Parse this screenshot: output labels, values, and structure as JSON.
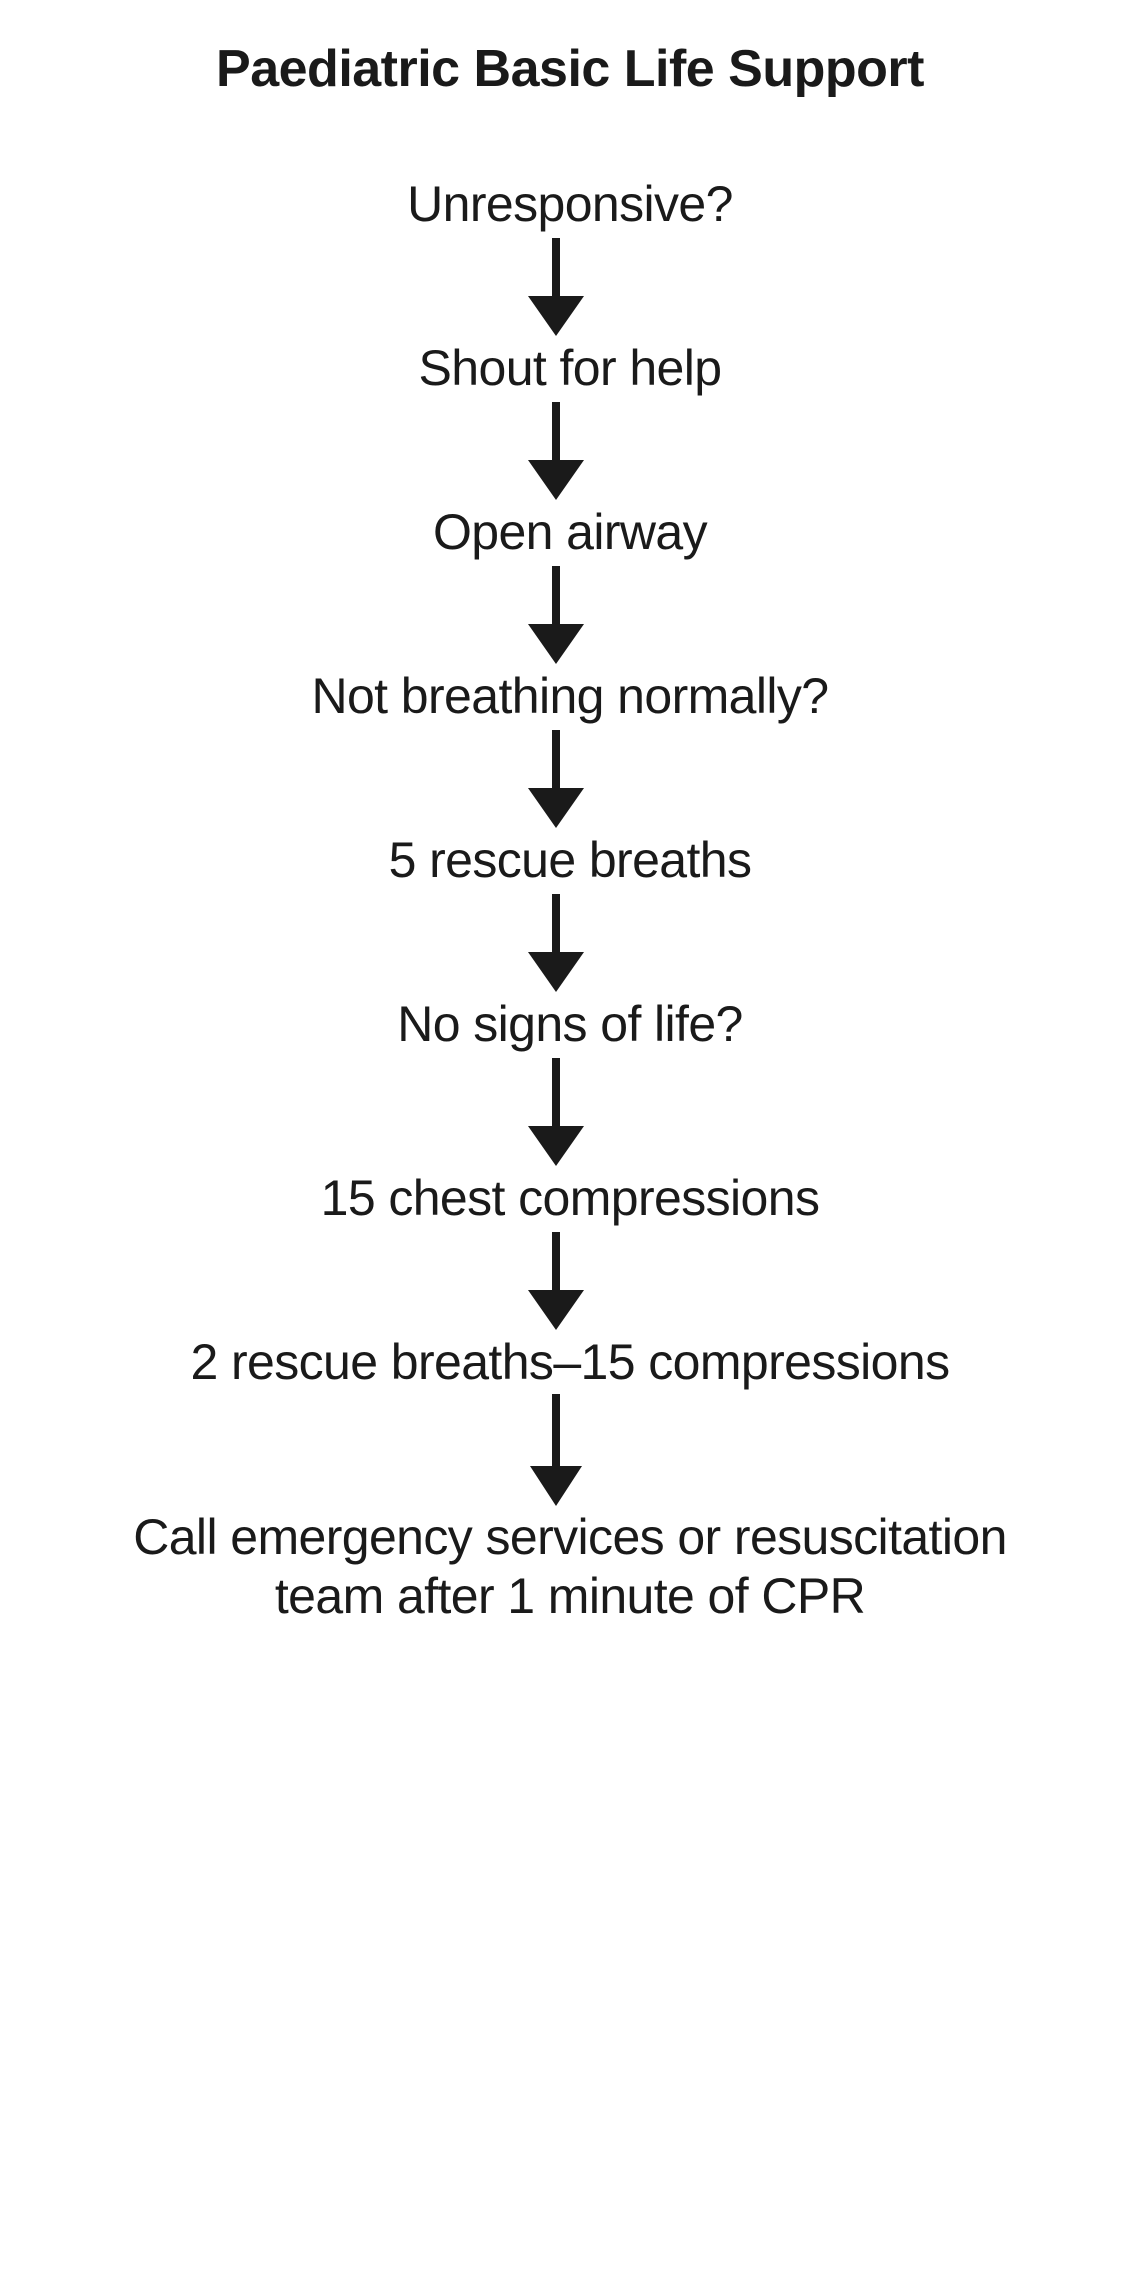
{
  "title": "Paediatric Basic Life Support",
  "diagram": {
    "type": "flowchart",
    "orientation": "vertical",
    "node_count": 9,
    "connector_count": 8,
    "connector_icon": "down-arrow-icon",
    "colors": {
      "text": "#1a1a1a",
      "arrow": "#1a1a1a",
      "background": "#ffffff"
    },
    "steps": [
      {
        "id": "unresponsive",
        "label": "Unresponsive?"
      },
      {
        "id": "shout-for-help",
        "label": "Shout for help"
      },
      {
        "id": "open-airway",
        "label": "Open airway"
      },
      {
        "id": "not-breathing",
        "label": "Not breathing normally?"
      },
      {
        "id": "rescue-breaths",
        "label": "5 rescue breaths"
      },
      {
        "id": "no-signs-of-life",
        "label": "No signs of life?"
      },
      {
        "id": "chest-compressions",
        "label": "15 chest compressions"
      },
      {
        "id": "breaths-compressions",
        "label": "2 rescue breaths–15 compressions"
      },
      {
        "id": "call-emergency",
        "label": "Call emergency services or resuscitation team after 1 minute of CPR",
        "line1": "Call emergency services or resuscitation",
        "line2": "team after 1 minute of CPR"
      }
    ]
  }
}
